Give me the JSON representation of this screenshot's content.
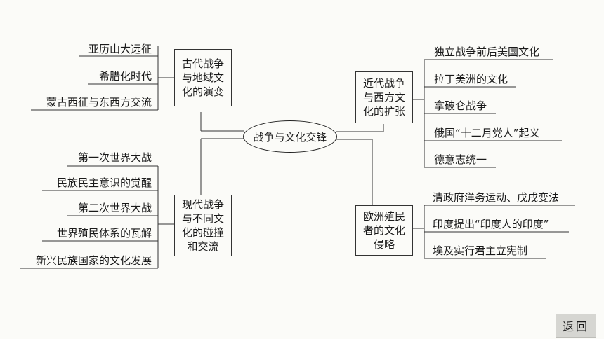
{
  "center": "战争与文化交锋",
  "branches": {
    "ancient": {
      "title": "古代战争\n与地域文\n化的演变",
      "leaves": [
        "亚历山大远征",
        "希腊化时代",
        "蒙古西征与东西方交流"
      ]
    },
    "modern": {
      "title": "现代战争\n与不同文\n化的碰撞\n和交流",
      "leaves": [
        "第一次世界大战",
        "民族民主意识的觉醒",
        "第二次世界大战",
        "世界殖民体系的瓦解",
        "新兴民族国家的文化发展"
      ]
    },
    "early_modern": {
      "title": "近代战争\n与西方文\n化的扩张",
      "leaves": [
        "独立战争前后美国文化",
        "拉丁美洲的文化",
        "拿破仑战争",
        "俄国“十二月党人”起义",
        "德意志统一"
      ]
    },
    "colonial": {
      "title": "欧洲殖民\n者的文化\n侵略",
      "leaves": [
        "清政府洋务运动、戊戌变法",
        "印度提出“印度人的印度”",
        "埃及实行君主立宪制"
      ]
    }
  },
  "nav": {
    "back_label": "返回"
  }
}
